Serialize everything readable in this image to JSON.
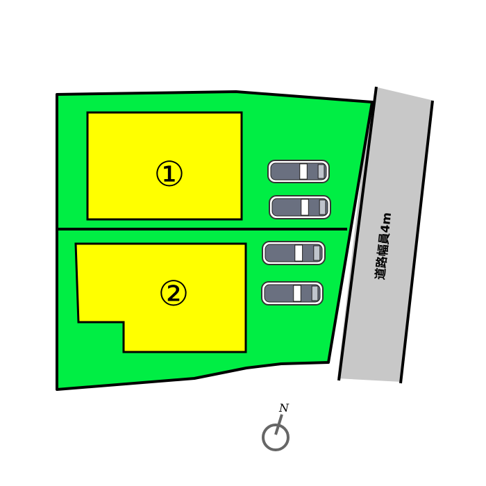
{
  "colors": {
    "land": "#00ee44",
    "building": "#ffff00",
    "road": "#c8c8c8",
    "outline": "#000000",
    "car_body": "#6a7080",
    "car_trim": "#ffffff"
  },
  "lots": [
    {
      "label": "①"
    },
    {
      "label": "②"
    }
  ],
  "road": {
    "label": "道路幅員4m"
  },
  "compass": {
    "label": "N"
  },
  "parking": {
    "car_icon": "car-icon"
  }
}
